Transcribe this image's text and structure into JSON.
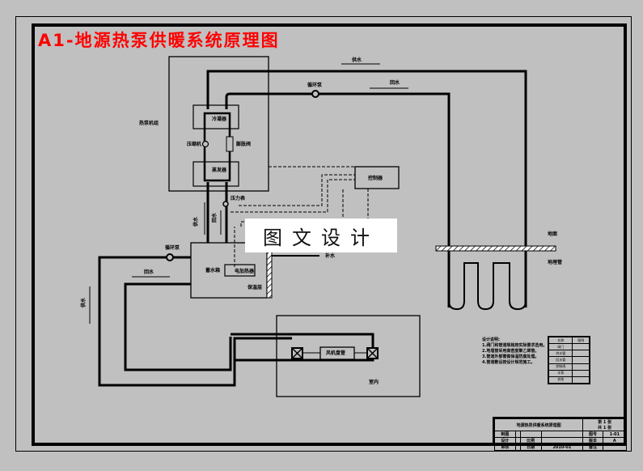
{
  "title": "A1-地源热泵供暖系统原理图",
  "watermark": "图文设计",
  "labels": {
    "supply_top": "供水",
    "return_top": "回水",
    "circ_pump_top": "循环泵",
    "heat_pump_unit": "热泵机组",
    "condenser": "冷凝器",
    "evaporator": "蒸发器",
    "compressor": "压缩机",
    "expansion_valve": "膨胀阀",
    "controller": "控制器",
    "pressure_gauge": "压力表",
    "supply_mid": "供水",
    "return_mid": "回水",
    "storage_tank": "蓄水箱",
    "electric_heater": "电加热器",
    "insulation": "保温层",
    "makeup_water": "补水",
    "circ_pump_left": "循环泵",
    "return_left": "回水",
    "supply_left": "供水",
    "ground": "地面",
    "ground_loop": "地埋管",
    "fan_coil": "风机盘管",
    "room": "室内"
  },
  "notes": {
    "heading": "设计说明:",
    "lines": [
      "1.阀门和管道规格按实际要求选用。",
      "2.地埋管采用高密度聚乙烯管。",
      "3.管道外部需做保温防腐处理。",
      "4.管道敷设按设计规范施工。"
    ]
  },
  "legend": {
    "headers": [
      "名称",
      "图例"
    ],
    "rows": [
      "阀门",
      "供水管",
      "回水管",
      "控制线",
      "水泵",
      "其他"
    ]
  },
  "title_block": {
    "drawing_name": "地源热泵供暖系统原理图",
    "sheet": "第 1 张",
    "total": "共 1 张",
    "row_labels": [
      "制图",
      "设计",
      "审核"
    ],
    "mid_labels": [
      "",
      "比例",
      "日期"
    ],
    "right_labels": [
      "图号",
      "版本",
      "备注"
    ],
    "right_values": [
      "1-01",
      "A",
      ""
    ],
    "date_value": "2010-01"
  }
}
